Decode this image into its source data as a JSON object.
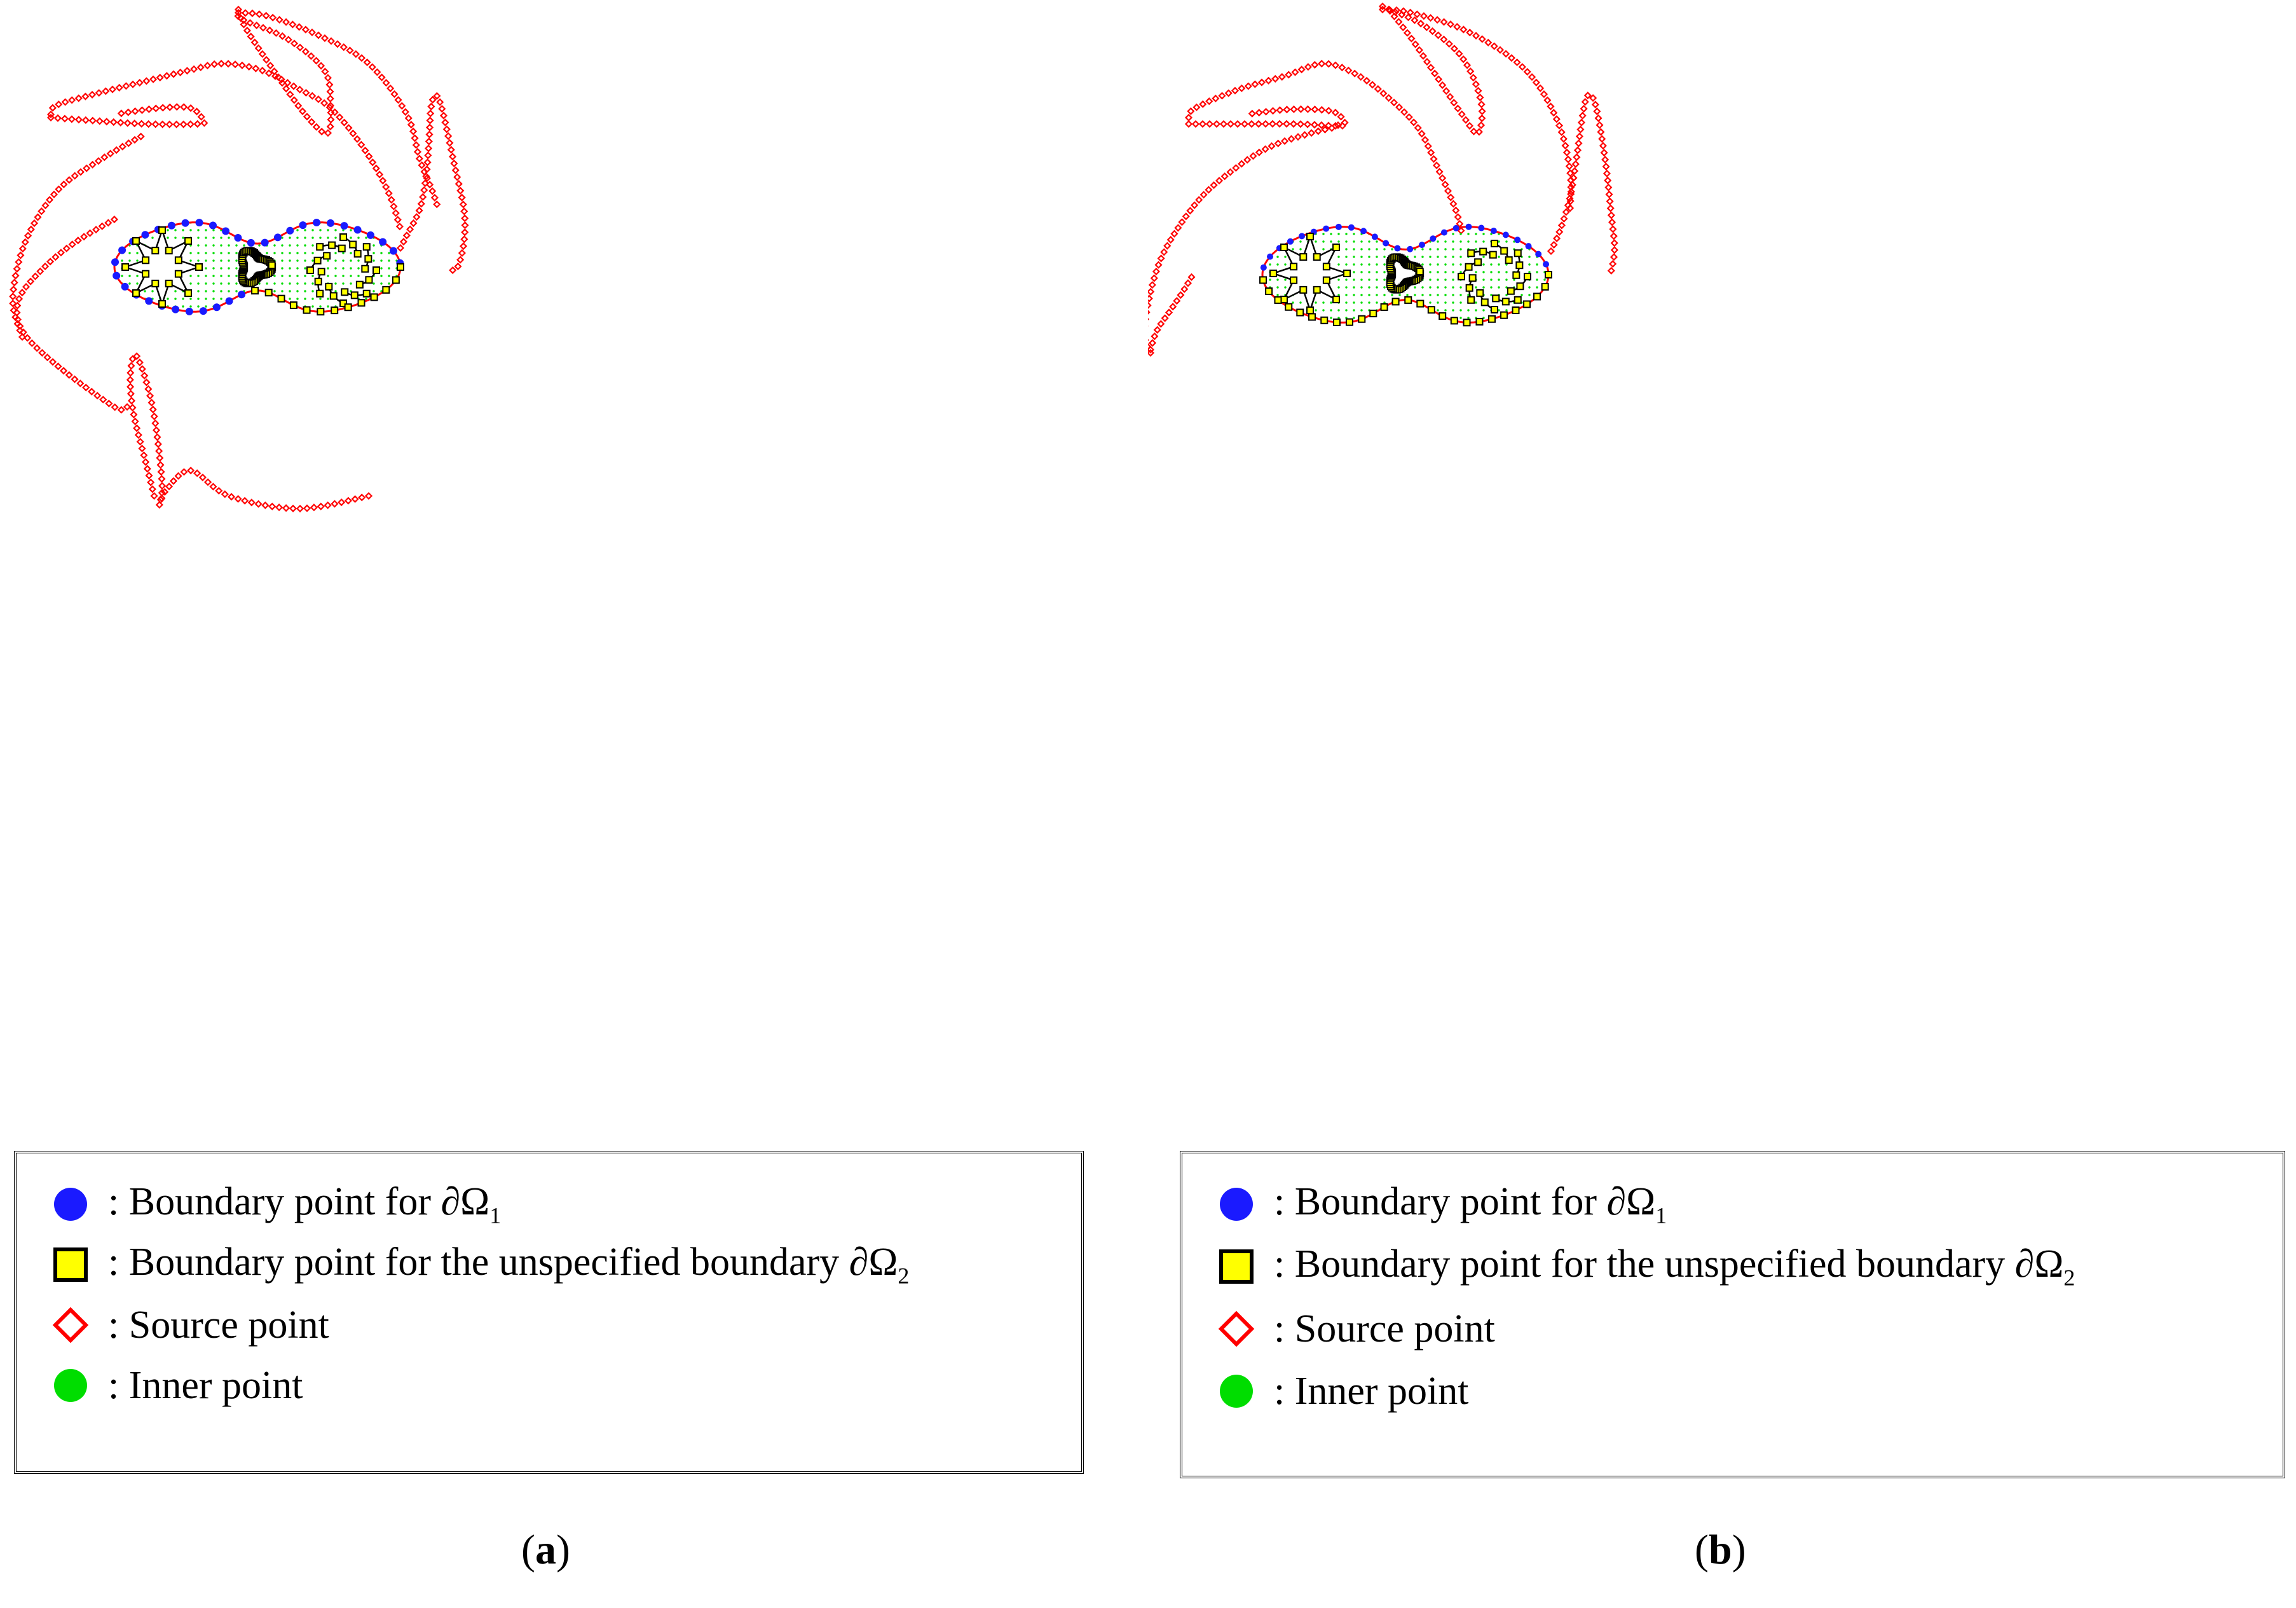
{
  "panels": [
    {
      "id": "a",
      "caption_open": "(",
      "caption_label": "a",
      "caption_close": ")",
      "legend": [
        {
          "symbol": "blue-circle",
          "text": ": Boundary point for ∂Ω",
          "sub": "1"
        },
        {
          "symbol": "yellow-square",
          "text": ": Boundary point for the unspecified boundary ∂Ω",
          "sub": "2"
        },
        {
          "symbol": "red-diamond",
          "text": ": Source point",
          "sub": ""
        },
        {
          "symbol": "green-circle",
          "text": ": Inner point",
          "sub": ""
        }
      ]
    },
    {
      "id": "b",
      "caption_open": "(",
      "caption_label": "b",
      "caption_close": ")",
      "legend": [
        {
          "symbol": "blue-circle",
          "text": ": Boundary point for ∂Ω",
          "sub": "1"
        },
        {
          "symbol": "yellow-square",
          "text": ": Boundary point for the unspecified boundary ∂Ω",
          "sub": "2"
        },
        {
          "symbol": "red-diamond",
          "text": ": Source point",
          "sub": ""
        },
        {
          "symbol": "green-circle",
          "text": ": Inner point",
          "sub": ""
        }
      ]
    }
  ],
  "colors": {
    "boundary_1": "#1a1aff",
    "boundary_2_fill": "#ffff00",
    "source": "#ff0000",
    "inner": "#00dd00",
    "outline": "#000000"
  }
}
